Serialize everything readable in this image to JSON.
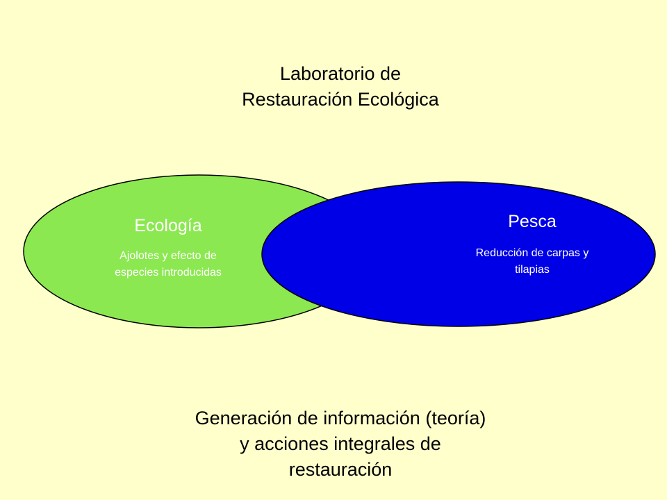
{
  "title": {
    "line1": "Laboratorio de",
    "line2": "Restauración Ecológica"
  },
  "ecologia": {
    "label": "Ecología",
    "desc_line1": "Ajolotes y efecto de",
    "desc_line2": "especies introducidas",
    "fill": "#8CE851"
  },
  "pesca": {
    "label": "Pesca",
    "desc_line1": "Reducción de carpas y",
    "desc_line2": "tilapias",
    "fill": "#0000E6"
  },
  "footer": {
    "line1": "Generación de información (teoría)",
    "line2": "y acciones integrales de",
    "line3": "restauración"
  },
  "colors": {
    "background": "#FFFFCC",
    "outline": "#000000"
  }
}
